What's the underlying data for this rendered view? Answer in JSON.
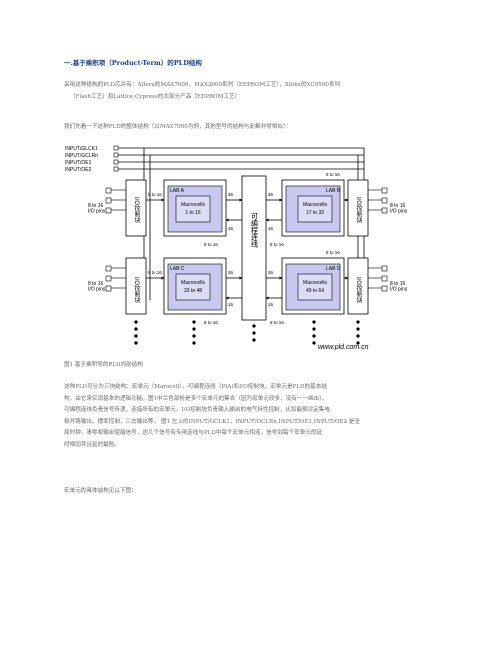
{
  "heading": "一.基于乘积项（Product-Term）的PLD结构",
  "intro": {
    "line1": "采用这种结构的PLD芯片有：Altera的MAX7000，MAX3000系列（EEPROM工艺），Xilinx的XC9500系列",
    "line2": "（Flash工艺）和Lattice,Cypress的大部分产品（EEPROM工艺）"
  },
  "overview": "我们先看一下这种PLD的整体结构（以MAX7000为例，其他型号的结构与此都非常相似）：",
  "figure": {
    "inputs": [
      "INPUT/GLCK1",
      "INPUT/GCLRn",
      "INPUT/OE1",
      "INPUT/OE2"
    ],
    "io_block_label": "I/O控制块",
    "io_pins_left_top": "8 to 16\nI/O pins",
    "io_pins_left_bottom": "8 to 16\nI/O pins",
    "io_pins_right_top": "8 to 16\nI/O pins",
    "io_pins_right_bottom": "8 to 16\nI/O pins",
    "pia_label": "可编程连线",
    "labs": [
      {
        "name": "LAB A",
        "macro": "Macrocells",
        "range": "1 to 16"
      },
      {
        "name": "LAB B",
        "macro": "Macrocells",
        "range": "17 to 32"
      },
      {
        "name": "LAB C",
        "macro": "Macrocells",
        "range": "33 to 48"
      },
      {
        "name": "LAB D",
        "macro": "Macrocells",
        "range": "49 to 64"
      }
    ],
    "bus_8to16": "8 to 16",
    "bus_36": "36",
    "bus_16": "16",
    "watermark": "www.pld.com.cn"
  },
  "caption": "图1 基于乘积项的PLD内部结构",
  "description": {
    "line1": "这种PLD可分为三块结构：宏单元（Marocell），可编程连线（PIA)和I/O控制块。宏单元是PLD的基本结",
    "line2": "构，由它来实现基本的逻辑功能。图1中兰色部份是多个宏单元的集合（因为宏单元较多，没有一一画出）。",
    "line3": "可编程连线负责信号传递，连接所有的宏单元。I/O控制块负责输入输出的电气特性控制，比如能够设定集电",
    "line4": "极开路输出，摆率控制，三态输出等。 图1 左上的INPUT/GCLK1，INPUT/GCLRn,INPUT/OE1,INPUT/OE2 是全",
    "line5": "局时钟，清零和输出使能信号，这几个信号有专用连线与PLD中每个宏单元相连，信号到每个宏单元的延",
    "line6": "时相同并且延时最短。"
  },
  "closing": "宏单元的具体结构见以下图："
}
